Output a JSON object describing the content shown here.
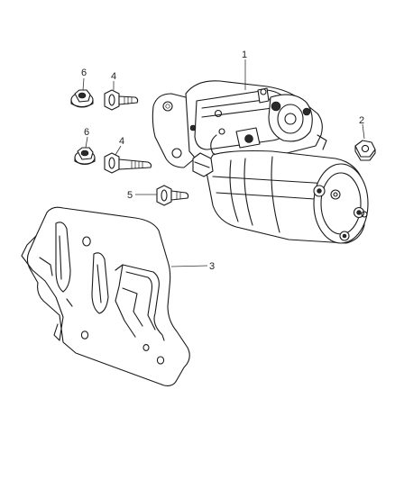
{
  "callouts": {
    "starter": "1",
    "nut_right": "2",
    "heat_shield": "3",
    "bolt_upper": "4",
    "bolt_middle": "4",
    "bolt_lower": "5",
    "nut_upper": "6",
    "nut_lower": "6"
  },
  "parts": {
    "starter": "starter-motor",
    "nut_right": "hex-nut",
    "heat_shield": "heat-shield",
    "bolt_upper": "mounting-bolt",
    "bolt_middle": "mounting-bolt",
    "bolt_lower": "mounting-bolt",
    "nut_upper": "flange-nut",
    "nut_lower": "flange-nut"
  },
  "colors": {
    "line": "#1a1a1a",
    "background": "#ffffff"
  }
}
